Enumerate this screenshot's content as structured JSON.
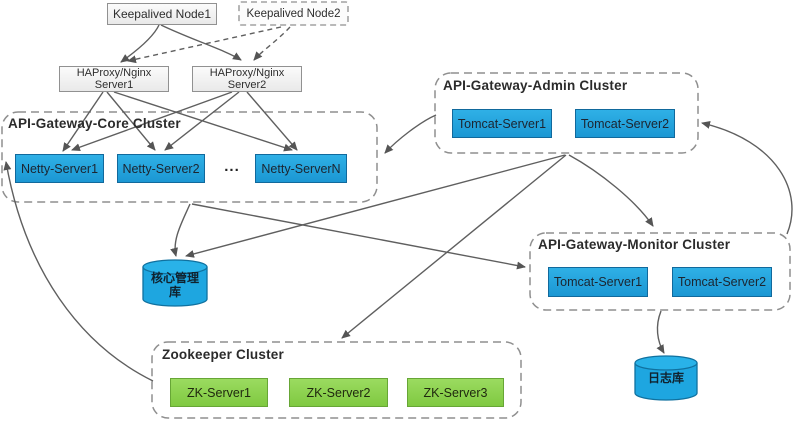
{
  "top_nodes": {
    "keepalived1": "Keepalived Node1",
    "keepalived2": "Keepalived Node2",
    "haproxy1_line1": "HAProxy/Nginx",
    "haproxy1_line2": "Server1",
    "haproxy2_line1": "HAProxy/Nginx",
    "haproxy2_line2": "Server2"
  },
  "clusters": {
    "core": {
      "title": "API-Gateway-Core Cluster",
      "servers": [
        "Netty-Server1",
        "Netty-Server2",
        "Netty-ServerN"
      ],
      "ellipsis": "..."
    },
    "admin": {
      "title": "API-Gateway-Admin Cluster",
      "servers": [
        "Tomcat-Server1",
        "Tomcat-Server2"
      ]
    },
    "monitor": {
      "title": "API-Gateway-Monitor Cluster",
      "servers": [
        "Tomcat-Server1",
        "Tomcat-Server2"
      ]
    },
    "zookeeper": {
      "title": "Zookeeper Cluster",
      "servers": [
        "ZK-Server1",
        "ZK-Server2",
        "ZK-Server3"
      ]
    }
  },
  "databases": {
    "core_db_line1": "核心管理",
    "core_db_line2": "库",
    "log_db": "日志库"
  },
  "colors": {
    "server_blue": "#1f9fd8",
    "server_green": "#8ed04c",
    "plain_gray": "#f2f2f2",
    "line_gray": "#5f5f5f"
  }
}
